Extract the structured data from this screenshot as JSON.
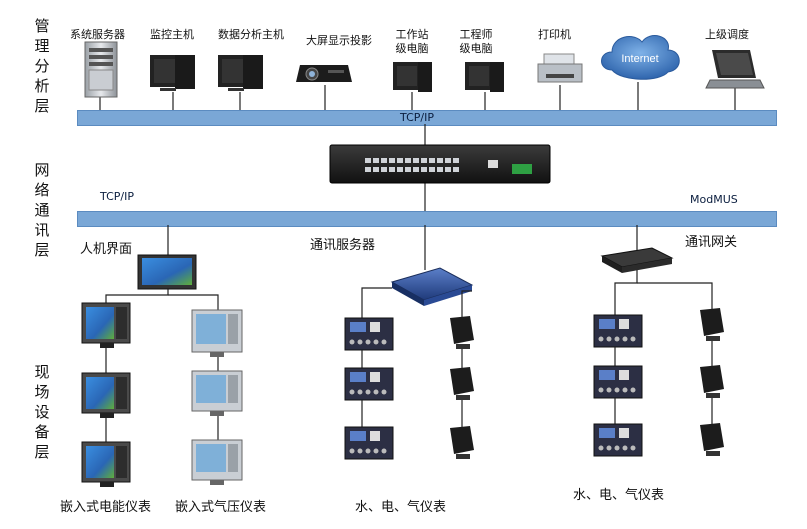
{
  "layers": {
    "management": "管理分析层",
    "network": "网络通讯层",
    "field": "现场设备层"
  },
  "devices": {
    "system_server": "系统服务器",
    "monitor_host": "监控主机",
    "data_analysis_host": "数据分析主机",
    "big_screen_projector": "大屏显示投影",
    "workstation_pc": "工作站级电脑",
    "engineer_pc": "工程师级电脑",
    "printer": "打印机",
    "internet": "Internet",
    "upper_dispatch": "上级调度"
  },
  "buses": {
    "top_bus_label": "TCP/IP",
    "mid_bus_left_label": "TCP/IP",
    "mid_bus_right_label": "ModMUS"
  },
  "nodes": {
    "hmi": "人机界面",
    "comm_server": "通讯服务器",
    "comm_gateway": "通讯网关"
  },
  "field_groups": {
    "embedded_power_meter": "嵌入式电能仪表",
    "embedded_pressure_meter": "嵌入式气压仪表",
    "water_elec_gas_meter_1": "水、电、气仪表",
    "water_elec_gas_meter_2": "水、电、气仪表"
  },
  "colors": {
    "bus": "#7aa7d6",
    "device_dark": "#1d1d1d",
    "screen": "#2a7fd4"
  }
}
